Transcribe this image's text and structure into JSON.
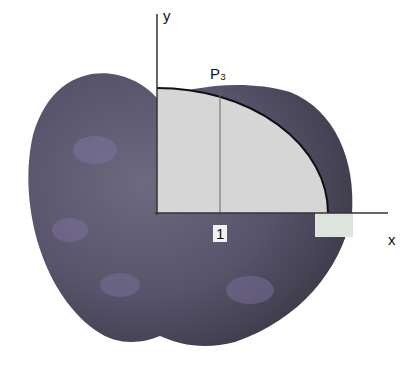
{
  "diagram": {
    "labels": [
      "y",
      "P₃",
      "1",
      "x"
    ]
  }
}
